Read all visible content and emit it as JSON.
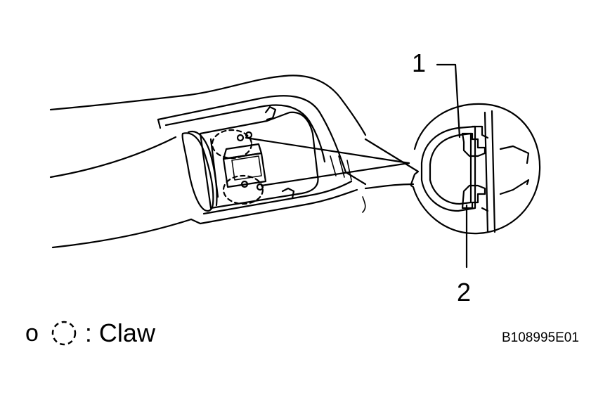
{
  "callouts": {
    "one": "1",
    "two": "2"
  },
  "legend": {
    "marker": "o",
    "icon": "dashed-circle-icon",
    "text": ": Claw"
  },
  "figure_code": "B108995E01",
  "colors": {
    "ink": "#000000",
    "background": "#ffffff"
  }
}
